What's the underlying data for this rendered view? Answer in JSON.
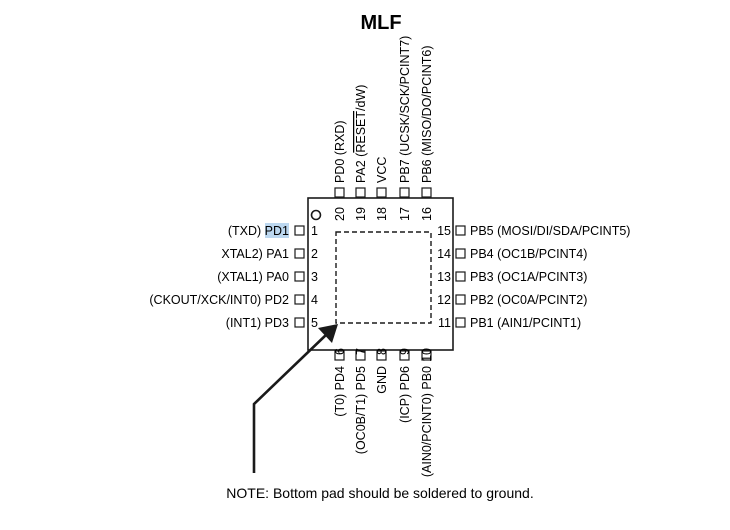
{
  "title": "MLF",
  "note": "NOTE: Bottom pad should be soldered to ground.",
  "highlight_color": "#bcd7ef",
  "left_pins": [
    {
      "num": "1",
      "prefix": "(TXD) ",
      "name": "PD1",
      "highlight": true
    },
    {
      "num": "2",
      "prefix": "XTAL2) ",
      "name": "PA1",
      "highlight": false
    },
    {
      "num": "3",
      "prefix": "(XTAL1) ",
      "name": "PA0",
      "highlight": false
    },
    {
      "num": "4",
      "prefix": "(CKOUT/XCK/INT0) ",
      "name": "PD2",
      "highlight": false
    },
    {
      "num": "5",
      "prefix": "(INT1) ",
      "name": "PD3",
      "highlight": false
    }
  ],
  "right_pins": [
    {
      "num": "15",
      "label": "PB5 (MOSI/DI/SDA/PCINT5)"
    },
    {
      "num": "14",
      "label": "PB4 (OC1B/PCINT4)"
    },
    {
      "num": "13",
      "label": "PB3 (OC1A/PCINT3)"
    },
    {
      "num": "12",
      "label": "PB2 (OC0A/PCINT2)"
    },
    {
      "num": "11",
      "label": "PB1 (AIN1/PCINT1)"
    }
  ],
  "top_pins": [
    {
      "num": "20",
      "label": "PD0 (RXD)"
    },
    {
      "num": "19",
      "label_pre": "PA2 (",
      "label_over": "RESET",
      "label_post": "/dW)"
    },
    {
      "num": "18",
      "label": "VCC"
    },
    {
      "num": "17",
      "label": "PB7 (UCSK/SCK/PCINT7)"
    },
    {
      "num": "16",
      "label": "PB6 (MISO/DO/PCINT6)"
    }
  ],
  "bottom_pins": [
    {
      "num": "6",
      "label": "(T0) PD4"
    },
    {
      "num": "7",
      "label": "(OC0B/T1) PD5"
    },
    {
      "num": "8",
      "label": "GND"
    },
    {
      "num": "9",
      "label": "(ICP) PD6"
    },
    {
      "num": "10",
      "label": "(AIN0/PCINT0) PB0"
    }
  ]
}
